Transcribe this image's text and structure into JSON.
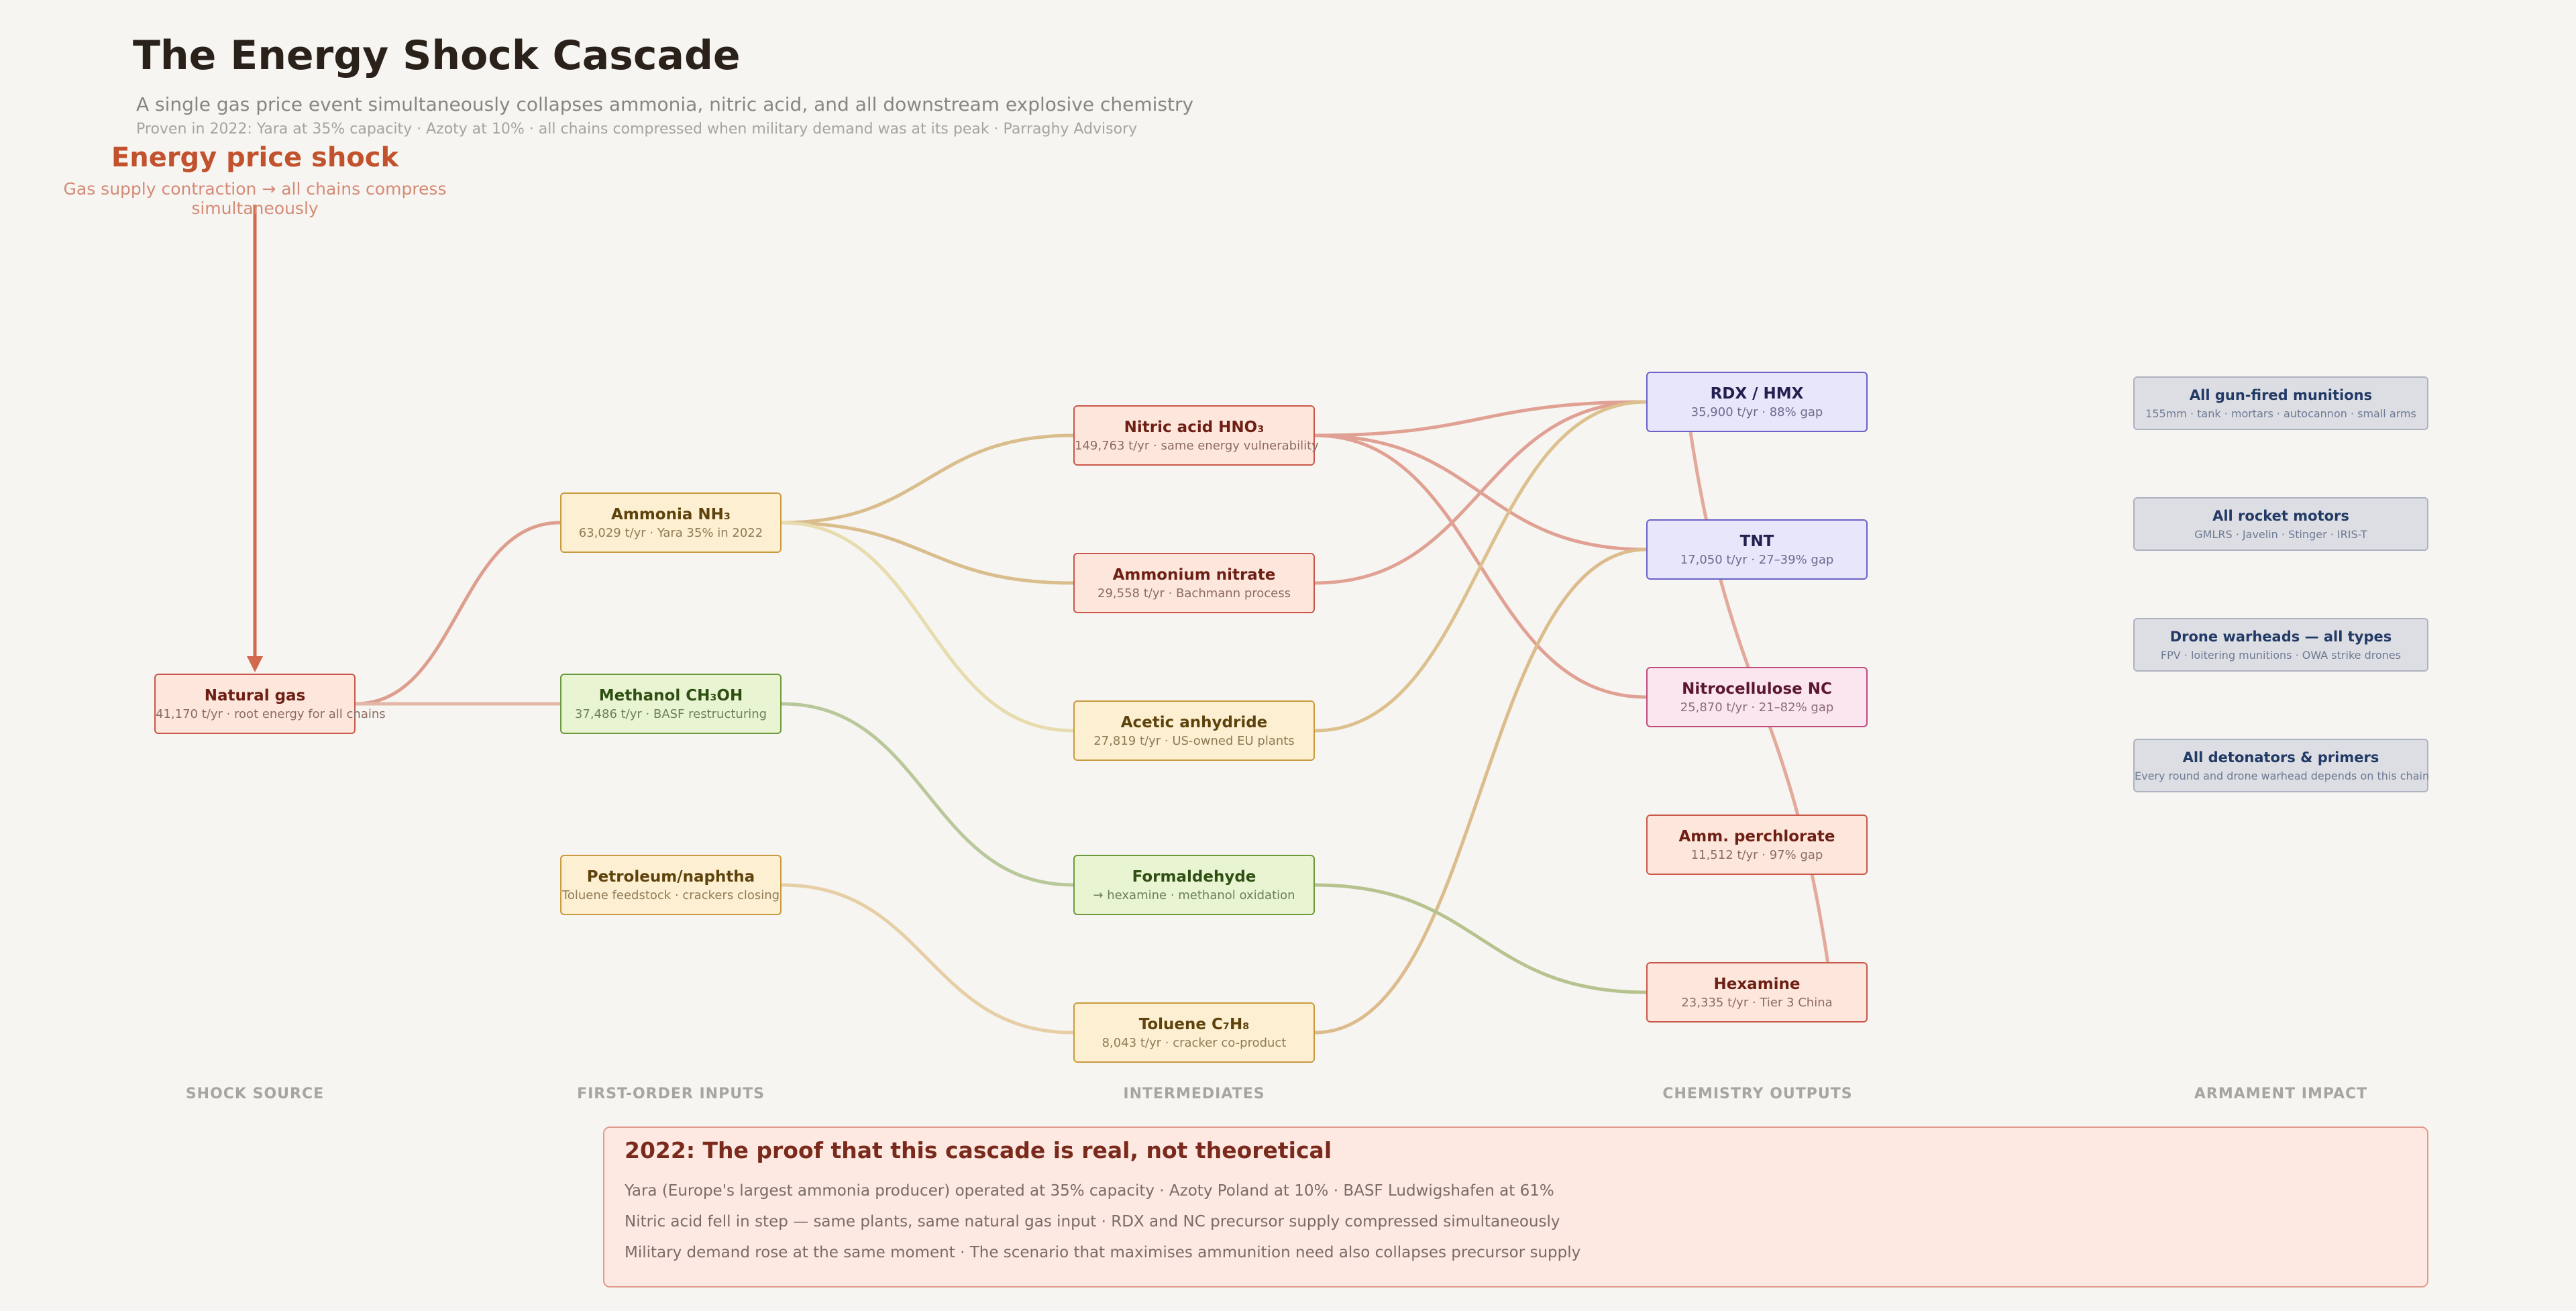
{
  "header": {
    "title": "The Energy Shock Cascade",
    "subtitle": "A single gas price event simultaneously collapses ammonia, nitric acid, and all downstream explosive chemistry",
    "proven": "Proven in 2022: Yara at 35% capacity · Azoty at 10% · all chains compressed when military demand was at its peak  ·  Parraghy Advisory"
  },
  "shock": {
    "title": "Energy price shock",
    "subtitle": "Gas supply contraction → all chains compress simultaneously",
    "arrow_color": "#d2694f"
  },
  "nodes": {
    "natural_gas": {
      "title": "Natural gas",
      "sub": "41,170 t/yr  ·  root energy for all chains"
    },
    "ammonia": {
      "title": "Ammonia NH₃",
      "sub": "63,029 t/yr  ·  Yara 35% in 2022"
    },
    "methanol": {
      "title": "Methanol CH₃OH",
      "sub": "37,486 t/yr  ·  BASF restructuring"
    },
    "petroleum": {
      "title": "Petroleum/naphtha",
      "sub": "Toluene feedstock  ·  crackers closing"
    },
    "nitric_acid": {
      "title": "Nitric acid HNO₃",
      "sub": "149,763 t/yr  ·  same energy vulnerability"
    },
    "ammonium_nitrate": {
      "title": "Ammonium nitrate",
      "sub": "29,558 t/yr  ·  Bachmann process"
    },
    "acetic_anhydride": {
      "title": "Acetic anhydride",
      "sub": "27,819 t/yr  ·  US-owned EU plants"
    },
    "formaldehyde": {
      "title": "Formaldehyde",
      "sub": "→ hexamine  ·  methanol oxidation"
    },
    "toluene": {
      "title": "Toluene C₇H₈",
      "sub": "8,043 t/yr  ·  cracker co-product"
    },
    "rdx_hmx": {
      "title": "RDX / HMX",
      "sub": "35,900 t/yr  ·  88% gap"
    },
    "tnt": {
      "title": "TNT",
      "sub": "17,050 t/yr  ·  27–39% gap"
    },
    "nitrocellulose": {
      "title": "Nitrocellulose NC",
      "sub": "25,870 t/yr  ·  21–82% gap"
    },
    "perchlorate": {
      "title": "Amm. perchlorate",
      "sub": "11,512 t/yr  ·  97% gap"
    },
    "hexamine": {
      "title": "Hexamine",
      "sub": "23,335 t/yr  ·  Tier 3 China"
    },
    "gun_munitions": {
      "title": "All gun-fired munitions",
      "sub": "155mm · tank · mortars · autocannon · small arms"
    },
    "rocket_motors": {
      "title": "All rocket motors",
      "sub": "GMLRS · Javelin · Stinger · IRIS-T"
    },
    "drone_warheads": {
      "title": "Drone warheads — all types",
      "sub": "FPV · loitering munitions · OWA strike drones"
    },
    "detonators": {
      "title": "All detonators & primers",
      "sub": "Every round and drone warhead depends on this chain"
    }
  },
  "columns": {
    "shock_source": "SHOCK SOURCE",
    "first_order": "FIRST-ORDER INPUTS",
    "intermediates": "INTERMEDIATES",
    "outputs": "CHEMISTRY OUTPUTS",
    "armament": "ARMAMENT IMPACT"
  },
  "links": [
    {
      "from": "natural_gas",
      "to": "ammonia",
      "color": "#dd9e8e"
    },
    {
      "from": "natural_gas",
      "to": "methanol",
      "color": "#e3b7a7"
    },
    {
      "from": "ammonia",
      "to": "nitric_acid",
      "color": "#d9bd8c"
    },
    {
      "from": "ammonia",
      "to": "ammonium_nitrate",
      "color": "#d9bd8c"
    },
    {
      "from": "ammonia",
      "to": "acetic_anhydride",
      "color": "#e6dcae"
    },
    {
      "from": "methanol",
      "to": "formaldehyde",
      "color": "#b9c89a"
    },
    {
      "from": "petroleum",
      "to": "toluene",
      "color": "#e6cfa6"
    },
    {
      "from": "nitric_acid",
      "to": "rdx_hmx",
      "color": "#e0a194"
    },
    {
      "from": "nitric_acid",
      "to": "tnt",
      "color": "#e0a194"
    },
    {
      "from": "nitric_acid",
      "to": "nitrocellulose",
      "color": "#e0a194"
    },
    {
      "from": "ammonium_nitrate",
      "to": "rdx_hmx",
      "color": "#e0a194"
    },
    {
      "from": "acetic_anhydride",
      "to": "rdx_hmx",
      "color": "#dcc08e"
    },
    {
      "from": "toluene",
      "to": "tnt",
      "color": "#dcbc8c"
    },
    {
      "from": "formaldehyde",
      "to": "hexamine",
      "color": "#b6c38f"
    },
    {
      "from": "rdx_hmx",
      "to": "hexamine",
      "color": "#e3a99a"
    }
  ],
  "proof": {
    "title": "2022: The proof that this cascade is real, not theoretical",
    "line1": "Yara (Europe's largest ammonia producer) operated at 35% capacity  ·  Azoty Poland at 10%  ·  BASF Ludwigshafen at 61%",
    "line2": "Nitric acid fell in step — same plants, same natural gas input  ·  RDX and NC precursor supply compressed simultaneously",
    "line3": "Military demand rose at the same moment  ·  The scenario that maximises ammunition need also collapses precursor supply"
  }
}
